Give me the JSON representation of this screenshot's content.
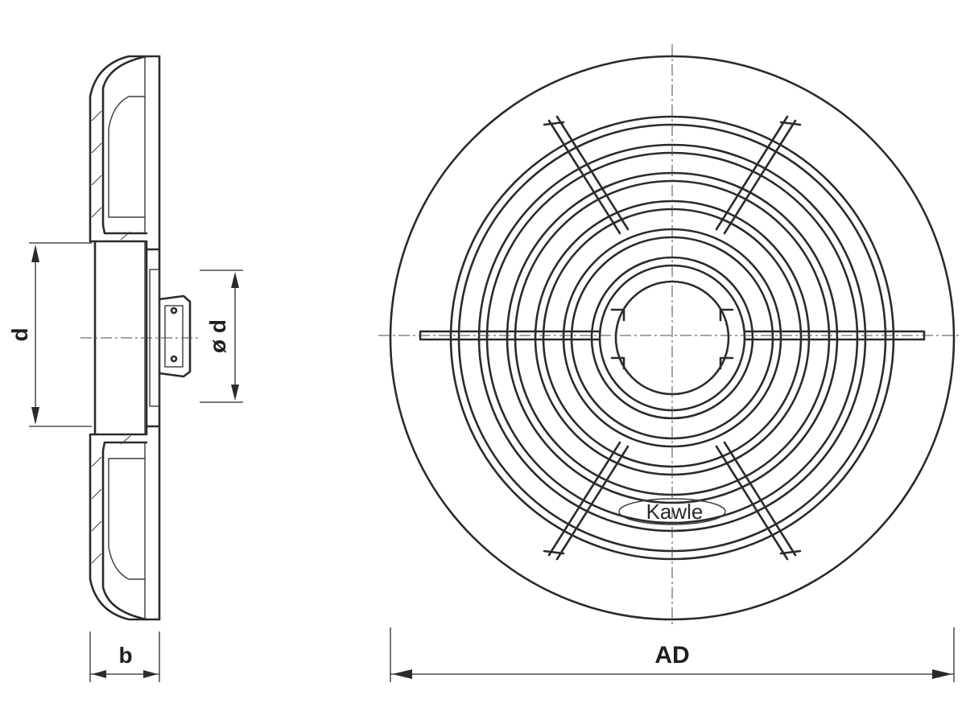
{
  "dimensions": {
    "d_label": "d",
    "od_label": "ø d",
    "b_label": "b",
    "ad_label": "AD"
  },
  "logo": {
    "text": "Kawle"
  }
}
